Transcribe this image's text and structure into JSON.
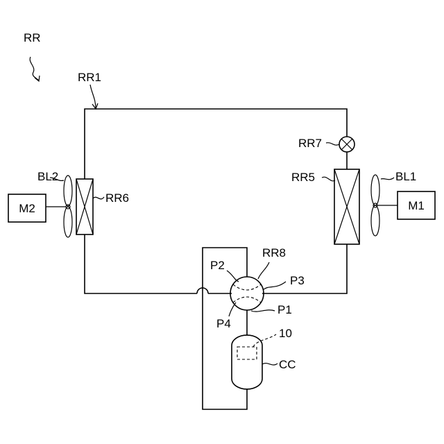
{
  "labels": {
    "system": "RR",
    "refrigerant_circuit": "RR1",
    "fan_2": "BL2",
    "motor_2": "M2",
    "heat_exchanger_2": "RR6",
    "expansion_valve": "RR7",
    "heat_exchanger_1": "RR5",
    "fan_1": "BL1",
    "motor_1": "M1",
    "four_way_valve": "RR8",
    "port_2": "P2",
    "port_3": "P3",
    "port_1": "P1",
    "port_4": "P4",
    "sensor": "10",
    "compressor": "CC"
  },
  "colors": {
    "stroke": "#000000",
    "background": "#ffffff"
  }
}
